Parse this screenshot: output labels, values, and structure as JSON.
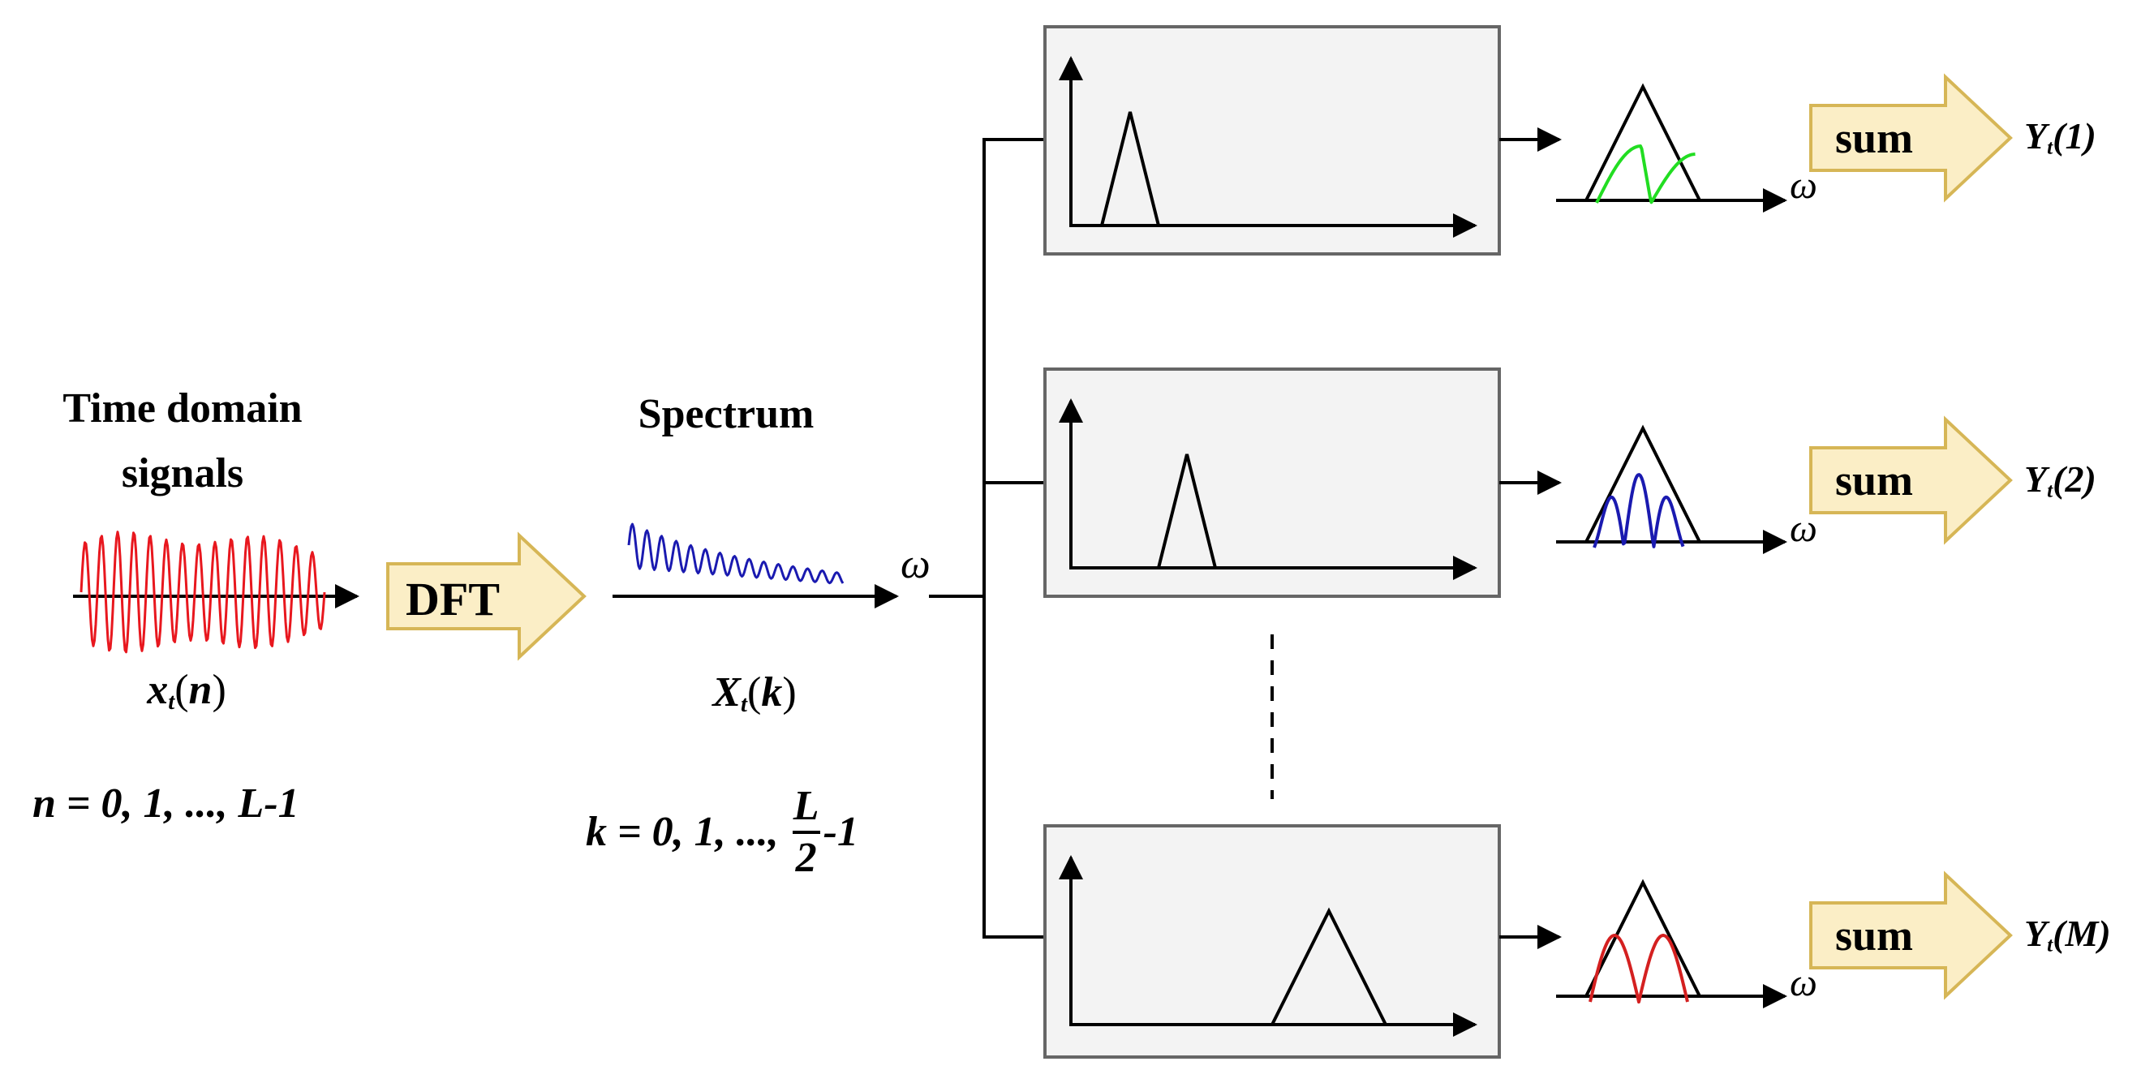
{
  "left": {
    "heading_line1": "Time domain",
    "heading_line2": "signals",
    "signal_var": "x",
    "signal_sub": "t",
    "signal_arg": "n",
    "range_text": "n = 0, 1, ..., L-1"
  },
  "dft": {
    "label": "DFT"
  },
  "middle": {
    "heading": "Spectrum",
    "spectrum_var": "X",
    "spectrum_sub": "t",
    "spectrum_arg": "k",
    "range_prefix": "k = 0, 1, ..., ",
    "frac_num": "L",
    "frac_den": "2",
    "range_suffix": "-1"
  },
  "omega": "ω",
  "outputs": [
    {
      "sum_label": "sum",
      "out_var": "Y",
      "out_sub": "t",
      "out_arg": "(1)"
    },
    {
      "sum_label": "sum",
      "out_var": "Y",
      "out_sub": "t",
      "out_arg": "(2)"
    },
    {
      "sum_label": "sum",
      "out_var": "Y",
      "out_sub": "t",
      "out_arg": "(M)"
    }
  ],
  "colors": {
    "time_signal": "#e8171e",
    "spectrum": "#1a1ab0",
    "band1": "#22dd22",
    "band2": "#1a1ab0",
    "bandM": "#d42020",
    "arrow_fill": "#fbeec6",
    "arrow_stroke": "#d6b656",
    "box_fill": "#f3f3f3",
    "box_stroke": "#666666"
  }
}
